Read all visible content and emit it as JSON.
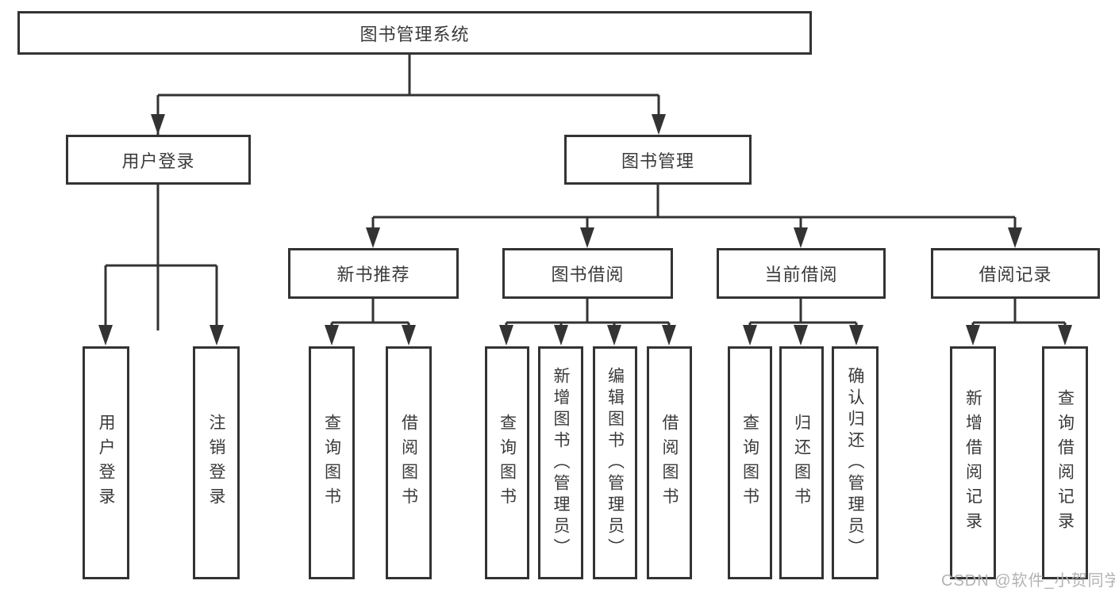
{
  "tree": {
    "label": "图书管理系统",
    "children": [
      {
        "label": "用户登录",
        "children": [
          {
            "label": "用户登录"
          },
          {
            "label": "注销登录"
          }
        ]
      },
      {
        "label": "图书管理",
        "children": [
          {
            "label": "新书推荐",
            "children": [
              {
                "label": "查询图书"
              },
              {
                "label": "借阅图书"
              }
            ]
          },
          {
            "label": "图书借阅",
            "children": [
              {
                "label": "查询图书"
              },
              {
                "label": "新增图书（管理员）"
              },
              {
                "label": "编辑图书（管理员）"
              },
              {
                "label": "借阅图书"
              }
            ]
          },
          {
            "label": "当前借阅",
            "children": [
              {
                "label": "查询图书"
              },
              {
                "label": "归还图书"
              },
              {
                "label": "确认归还（管理员）"
              }
            ]
          },
          {
            "label": "借阅记录",
            "children": [
              {
                "label": "新增借阅记录"
              },
              {
                "label": "查询借阅记录"
              }
            ]
          }
        ]
      }
    ]
  },
  "watermark": "CSDN @软件_小贺同学",
  "colors": {
    "line": "#333333",
    "box_border": "#333333",
    "text": "#3a3a3a",
    "watermark": "#b3b3b3",
    "background": "#ffffff"
  }
}
